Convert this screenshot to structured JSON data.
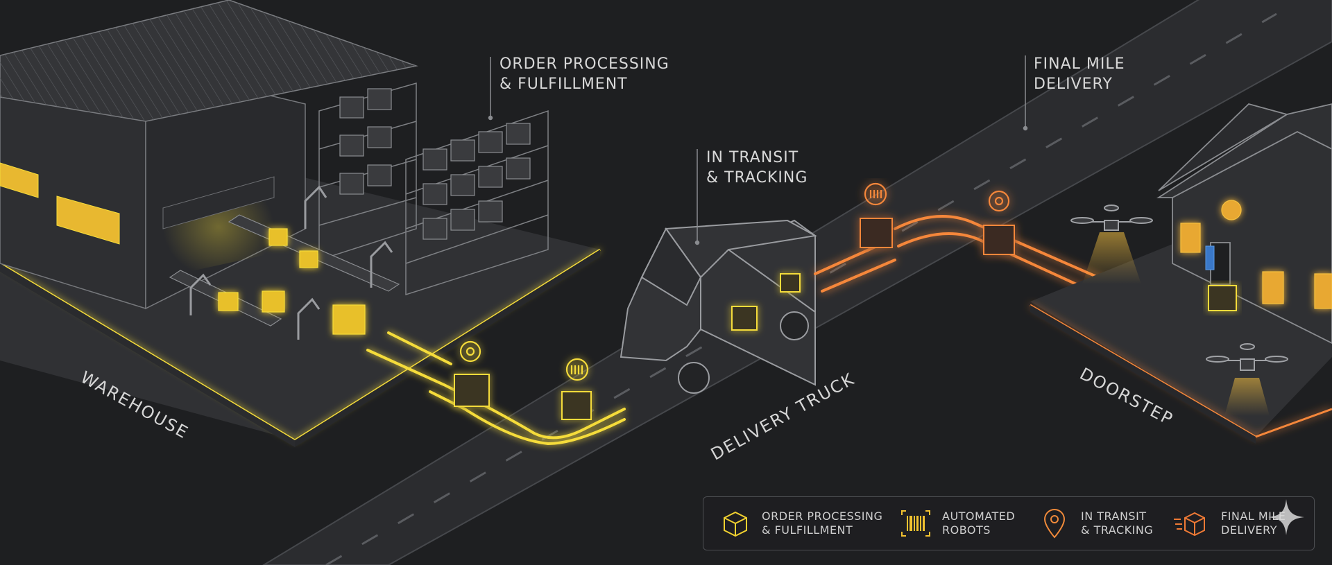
{
  "callouts": {
    "order": {
      "line1": "ORDER PROCESSING",
      "line2": "& FULFILLMENT"
    },
    "transit": {
      "line1": "IN TRANSIT",
      "line2": "& TRACKING"
    },
    "final": {
      "line1": "FINAL MILE",
      "line2": "DELIVERY"
    }
  },
  "zones": {
    "warehouse": "WAREHOUSE",
    "truck": "DELIVERY TRUCK",
    "doorstep": "DOORSTEP"
  },
  "legend": {
    "items": [
      {
        "line1": "ORDER PROCESSING",
        "line2": "& FULFILLMENT",
        "icon": "box-icon",
        "color": "#f2d230"
      },
      {
        "line1": "AUTOMATED",
        "line2": "ROBOTS",
        "icon": "barcode-icon",
        "color": "#f2c230"
      },
      {
        "line1": "IN TRANSIT",
        "line2": "& TRACKING",
        "icon": "location-pin-icon",
        "color": "#f08a3a"
      },
      {
        "line1": "FINAL MILE",
        "line2": "DELIVERY",
        "icon": "fast-box-icon",
        "color": "#f07a35"
      }
    ]
  },
  "colors": {
    "background": "#1e1f21",
    "yellow_glow": "#f5dc3a",
    "orange_glow": "#f5873a",
    "outline": "#8a8c90"
  }
}
